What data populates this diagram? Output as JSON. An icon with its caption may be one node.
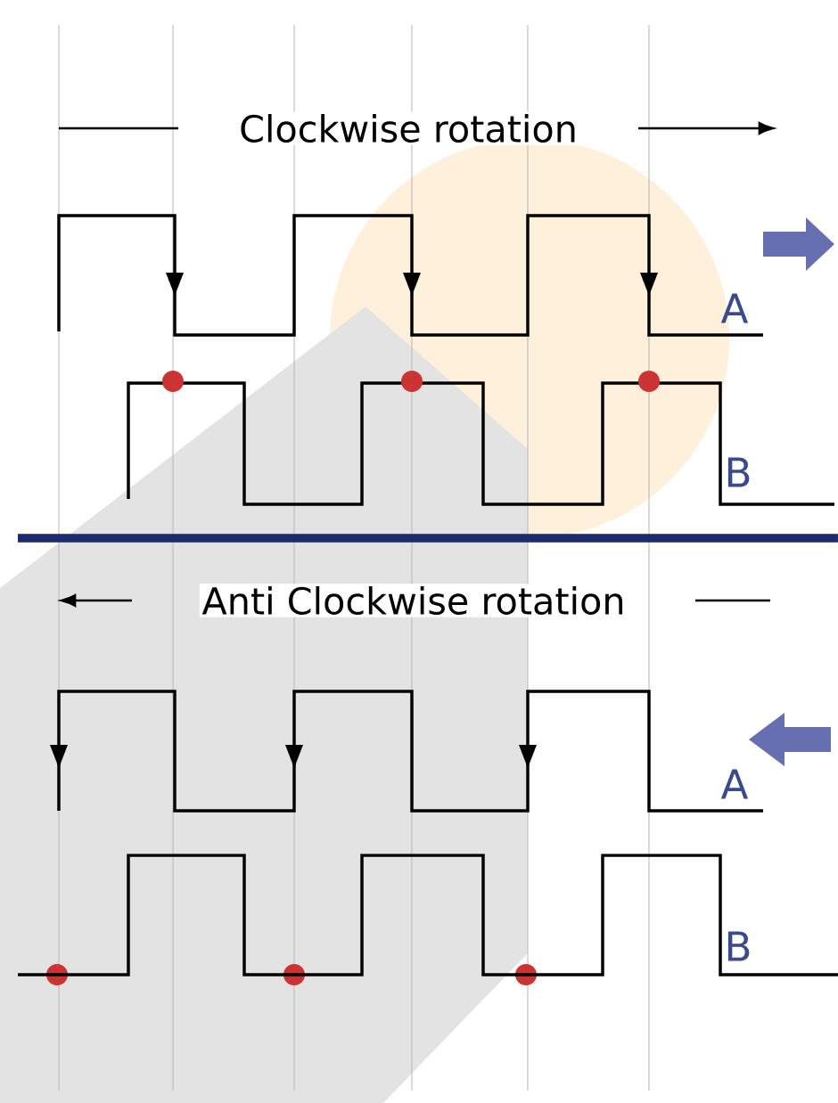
{
  "diagram": {
    "labels": [
      "Clockwise rotation",
      "A",
      "B",
      "Anti Clockwise rotation",
      "A",
      "B"
    ]
  }
}
